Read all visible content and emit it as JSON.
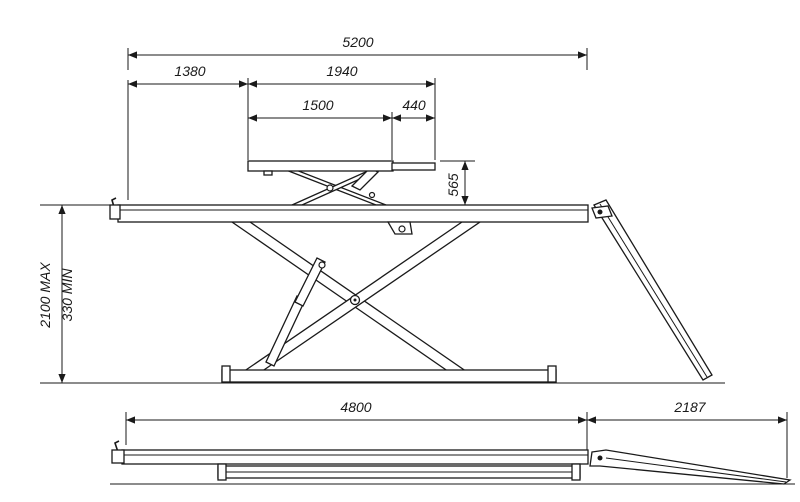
{
  "dimensions": {
    "overall_length_raised": "5200",
    "front_offset": "1380",
    "pad_span": "1940",
    "pad_length": "1500",
    "pad_extension": "440",
    "pad_lift_height": "565",
    "height_max": "2100 MAX",
    "height_min": "330 MIN",
    "platform_length_lowered": "4800",
    "ramp_length": "2187"
  }
}
